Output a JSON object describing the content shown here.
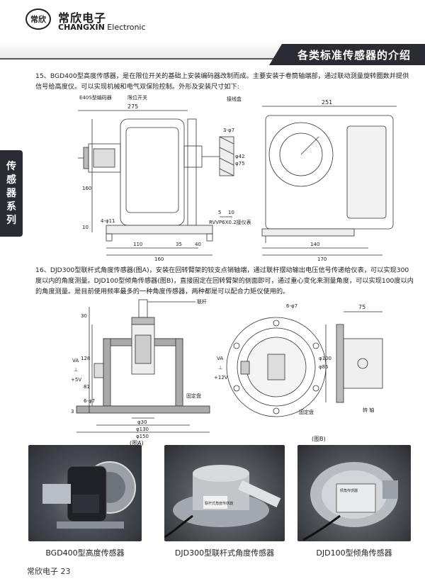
{
  "header": {
    "logo_glyph": "常欣",
    "company_cn": "常欣电子",
    "company_en_bold": "CHANGXIN",
    "company_en_rest": " Electronic",
    "banner": "各类标准传感器的介绍"
  },
  "side_tab": {
    "chars": [
      "传",
      "感",
      "器",
      "系",
      "列"
    ]
  },
  "section15": {
    "text": "15、BGD400型高度传感器，是在限位开关的基础上安装编码器改制而成。主要安装于卷筒轴端部，通过联动测量旋转圈数并提供信号给高度仪。可以实现机械和电气双保险控制。外形及安装尺寸如下:",
    "labels": {
      "encoder": "E40S型编码器",
      "switch": "限位开关",
      "junction_box": "接线盒",
      "cable": "RVVP6X0.2接仪表",
      "holes_3": "3-φ7",
      "holes_4": "4-φ11",
      "d42": "φ42",
      "d75": "φ75"
    },
    "dims": {
      "w275": "275",
      "w251": "251",
      "h160": "160",
      "h10": "10",
      "w110": "110",
      "w35": "35",
      "w40": "40",
      "w160": "160",
      "w5": "5",
      "w10": "10",
      "w140": "140",
      "w170": "170"
    }
  },
  "section16": {
    "text": "16、DJD300型联杆式角度传感器(图A)，安装在回转臂架的铰支点销轴端，通过联杆摆动输出电压信号传递给仪表，可以实现300度以内的角度测量。DJD100型倾角传感器(图B)，直接固定在回转臂架的侧面即可，通过重心变化来测量角度，可以实现100度以内的角度测量。是目前使用频率最多的一种角度传感器，两种都是可以配合力矩仪使用的。",
    "figA": {
      "link_rod": "联杆",
      "va": "VA",
      "gnd": "⊥",
      "v5": "+5V",
      "holes": "6-φ7",
      "plate": "固定盘",
      "d30": "φ30",
      "d130": "φ130",
      "d150": "φ150",
      "h30": "30",
      "h128": "128",
      "h81": "81",
      "h3": "3",
      "caption": "(图A)"
    },
    "figB": {
      "holes": "6-φ7",
      "va": "VA",
      "gnd": "⊥",
      "v12": "+12V",
      "plate": "固定盘",
      "shaft": "转 轴",
      "w75": "75",
      "d100": "φ100",
      "d85": "φ85",
      "caption": "(图B)"
    }
  },
  "photos": {
    "bgd_caption": "BGD400型高度传感器",
    "djd300_caption": "DJD300型联杆式角度传感器",
    "djd100_caption": "DJD100型倾角传感器",
    "djd300_label_text": "联杆式角度传感器",
    "djd100_label_text": "倾角传感器"
  },
  "footer": {
    "text": "常欣电子 23"
  }
}
